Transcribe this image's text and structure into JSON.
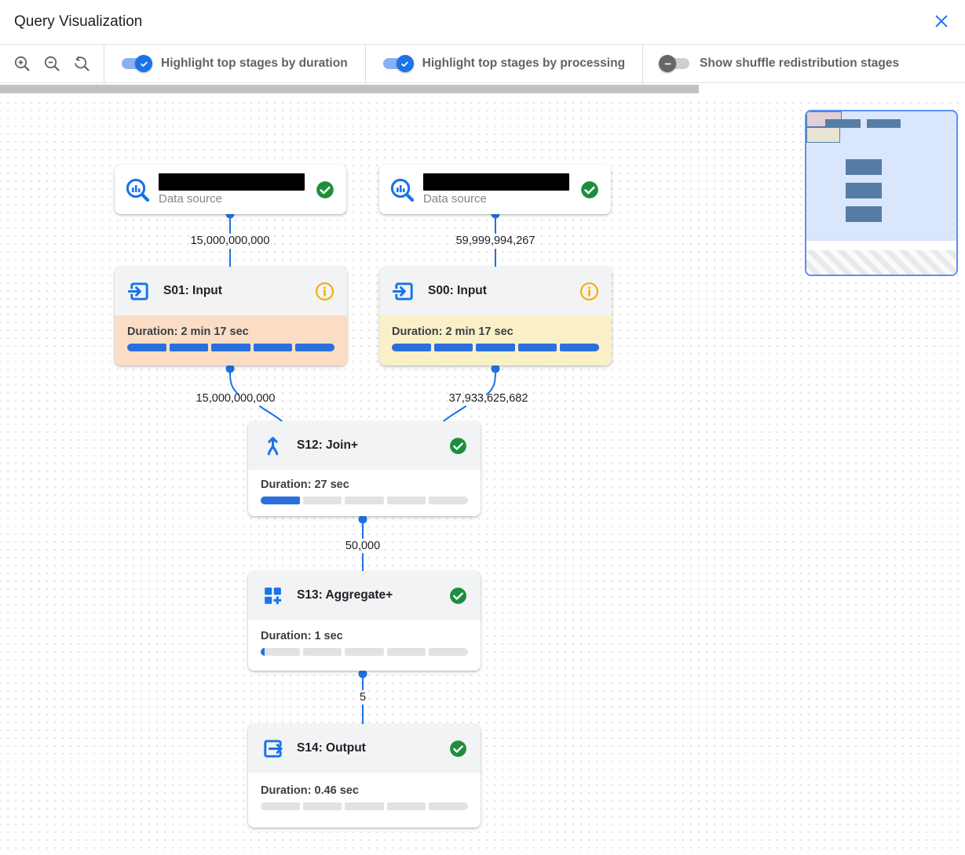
{
  "header": {
    "title": "Query Visualization",
    "close_icon": "close-icon"
  },
  "toolbar": {
    "zoom_in_icon": "zoom-in-icon",
    "zoom_out_icon": "zoom-out-icon",
    "zoom_reset_icon": "zoom-reset-icon",
    "toggles": [
      {
        "label": "Highlight top stages by duration",
        "state": "on",
        "knob_icon": "check-icon"
      },
      {
        "label": "Highlight top stages by processing",
        "state": "on",
        "knob_icon": "check-icon"
      },
      {
        "label": "Show shuffle redistribution stages",
        "state": "off",
        "knob_icon": "dash-icon"
      }
    ]
  },
  "colors": {
    "accent_blue": "#1a73e8",
    "progress_blue": "#2b6fdd",
    "success_green": "#1e8e3e",
    "warning_orange": "#f9ab00",
    "highlights": {
      "duration": "#fbddc6",
      "processing": "#faf0c8"
    }
  },
  "graph": {
    "nodes": {
      "ds1": {
        "icon": "bigquery-search-icon",
        "status_icon": "check-circle-icon",
        "type_label": "Data source",
        "name_redacted": true
      },
      "ds2": {
        "icon": "bigquery-search-icon",
        "status_icon": "check-circle-icon",
        "type_label": "Data source",
        "name_redacted": true
      },
      "s01": {
        "icon": "input-icon",
        "status_icon": "info-icon",
        "title": "S01: Input",
        "duration": "Duration: 2 min 17 sec",
        "progress_pct": 100,
        "highlight": "duration"
      },
      "s00": {
        "icon": "input-icon",
        "status_icon": "info-icon",
        "title": "S00: Input",
        "duration": "Duration: 2 min 17 sec",
        "progress_pct": 100,
        "highlight": "processing"
      },
      "s12": {
        "icon": "join-icon",
        "status_icon": "check-circle-icon",
        "title": "S12: Join+",
        "duration": "Duration: 27 sec",
        "progress_pct": 20
      },
      "s13": {
        "icon": "aggregate-icon",
        "status_icon": "check-circle-icon",
        "title": "S13: Aggregate+",
        "duration": "Duration: 1 sec",
        "progress_pct": 2
      },
      "s14": {
        "icon": "output-icon",
        "status_icon": "check-circle-icon",
        "title": "S14: Output",
        "duration": "Duration: 0.46 sec",
        "progress_pct": 0
      }
    },
    "edges": {
      "ds1_to_s01": {
        "rows": "15,000,000,000"
      },
      "ds2_to_s00": {
        "rows": "59,999,994,267"
      },
      "s01_to_s12": {
        "rows": "15,000,000,000"
      },
      "s00_to_s12": {
        "rows": "37,933,625,682"
      },
      "s12_to_s13": {
        "rows": "50,000"
      },
      "s13_to_s14": {
        "rows": "5"
      }
    }
  }
}
